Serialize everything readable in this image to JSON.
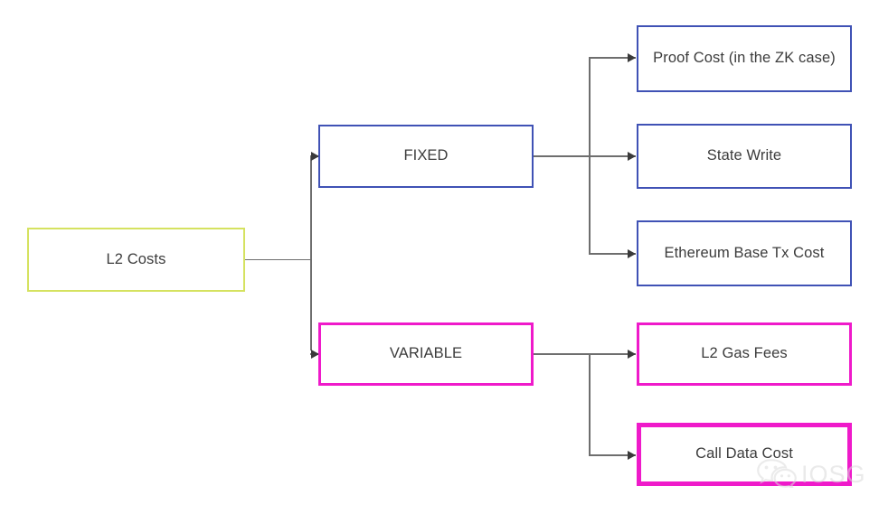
{
  "diagram": {
    "type": "flowchart",
    "orientation": "left-to-right",
    "background_color": "#ffffff",
    "colors": {
      "root": "#d5e260",
      "fixed": "#4052b5",
      "variable": "#ef1aca",
      "text": "#3c3c3c",
      "connector": "#6e6e6e"
    },
    "root": {
      "label": "L2 Costs"
    },
    "branches": [
      {
        "id": "fixed",
        "label": "FIXED",
        "color_key": "fixed",
        "children": [
          {
            "id": "proof-cost",
            "label": "Proof Cost (in the ZK case)"
          },
          {
            "id": "state-write",
            "label": "State Write"
          },
          {
            "id": "eth-base-tx",
            "label": "Ethereum Base Tx Cost"
          }
        ]
      },
      {
        "id": "variable",
        "label": "VARIABLE",
        "color_key": "variable",
        "children": [
          {
            "id": "l2-gas-fees",
            "label": "L2 Gas Fees"
          },
          {
            "id": "call-data-cost",
            "label": "Call Data Cost"
          }
        ]
      }
    ]
  },
  "watermark": {
    "text": "IOSG",
    "icon": "wechat-icon"
  }
}
